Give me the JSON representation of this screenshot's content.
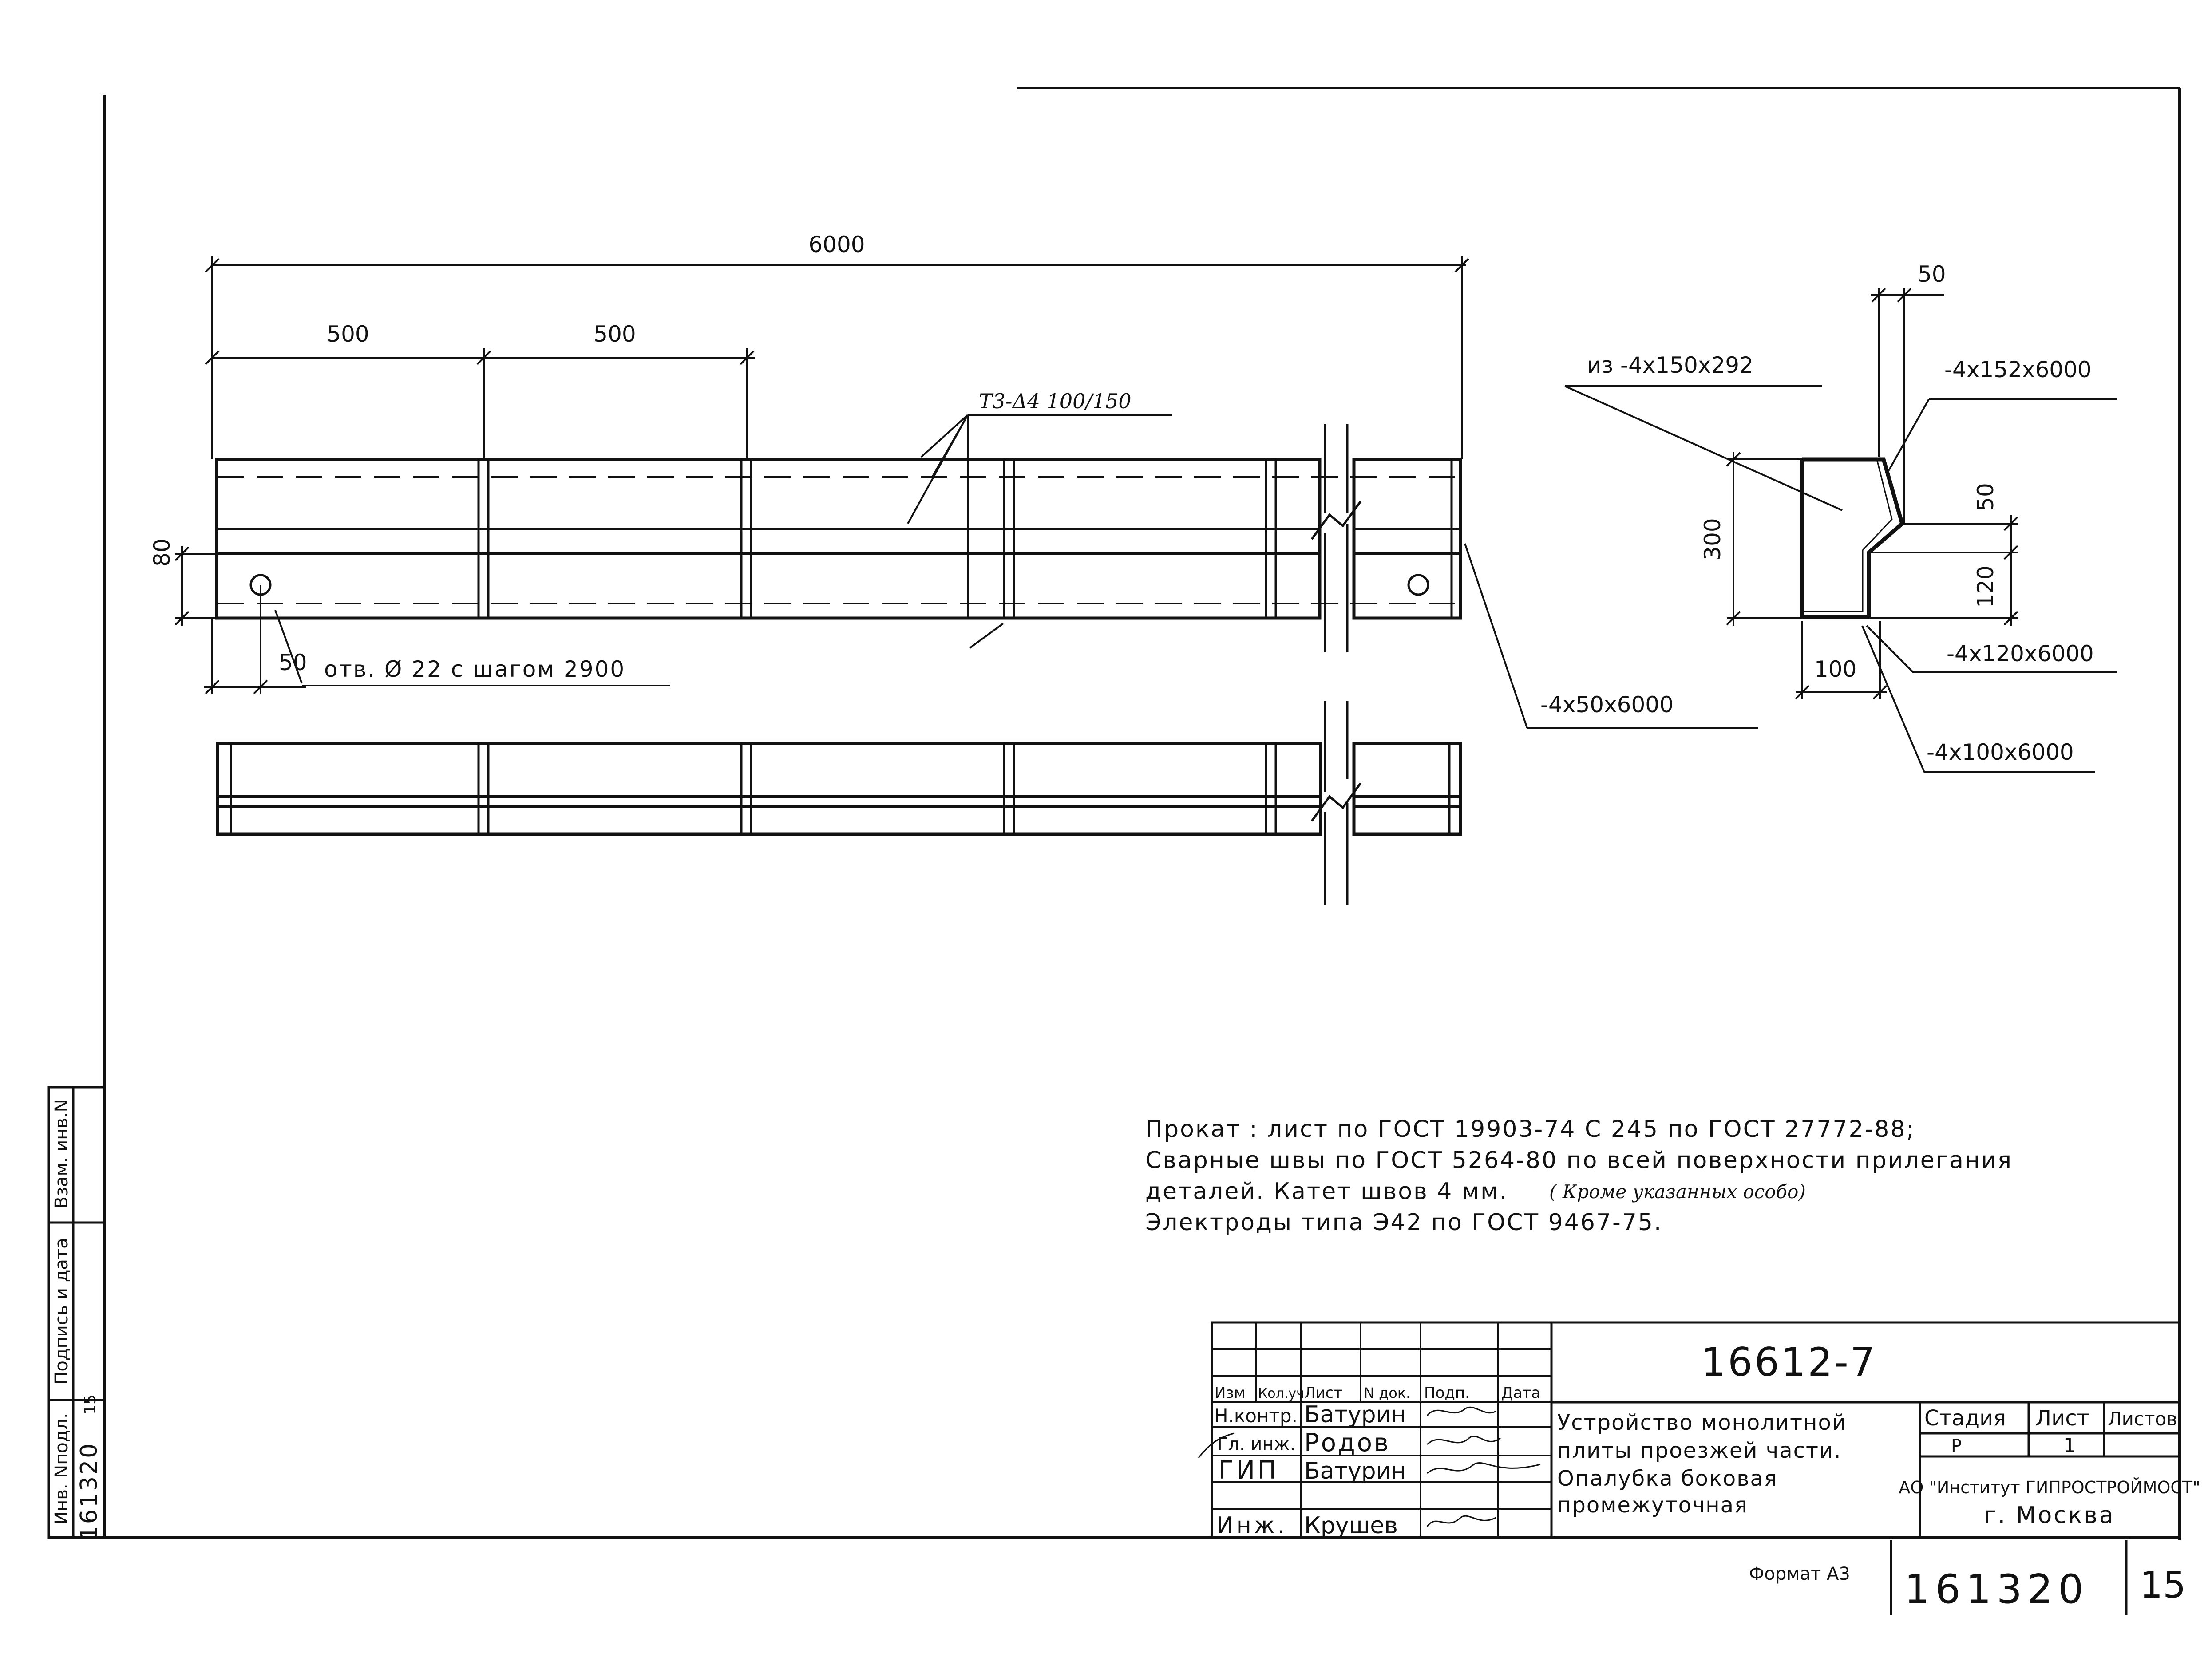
{
  "drawing": {
    "dim_total": "6000",
    "dim_spacing_1": "500",
    "dim_spacing_2": "500",
    "dim_height": "80",
    "dim_edge": "50",
    "weld_note": "Т3-Δ4 100/150",
    "hole_note": "отв. Ø 22 с шагом 2900",
    "strip_label": "-4x50x6000"
  },
  "section": {
    "source_label": "из -4x150x292",
    "dim_top": "50",
    "dim_height": "300",
    "dim_bend": "50",
    "dim_lower": "120",
    "dim_base": "100",
    "label_top": "-4x152x6000",
    "label_mid": "-4x120x6000",
    "label_base": "-4x100x6000"
  },
  "notes": {
    "line1": "Прокат : лист по ГОСТ 19903-74 С 245 по ГОСТ 27772-88;",
    "line2": "Сварные швы по ГОСТ 5264-80 по всей поверхности прилегания",
    "line3": "деталей. Катет швов 4 мм.",
    "line3_hand": "( Кроме указанных особо)",
    "line4": "Электроды типа Э42 по ГОСТ 9467-75."
  },
  "side_stamp": {
    "vzam": "Взам. инв.N",
    "podpis": "Подпись и дата",
    "inv_label": "Инв. Nподл.",
    "inv_value": "161320",
    "inv_sub": "15"
  },
  "title_block": {
    "doc_code": "16612-7",
    "headers": {
      "izm": "Изм",
      "kol": "Кол.уч",
      "list": "Лист",
      "ndok": "N док.",
      "podp": "Подп.",
      "data": "Дата"
    },
    "roles": [
      {
        "role": "Н.контр.",
        "name": "Батурин"
      },
      {
        "role": "Гл. инж.",
        "name": "Родов"
      },
      {
        "role": "ГИП",
        "name": "Батурин"
      },
      {
        "role": "Инж.",
        "name": "Крушев"
      }
    ],
    "title_lines": [
      "Устройство монолитной",
      "плиты проезжей части.",
      "Опалубка боковая",
      "промежуточная"
    ],
    "stage_header": "Стадия",
    "sheet_header": "Лист",
    "sheets_header": "Листов",
    "stage_value": "Р",
    "sheet_value": "1",
    "org_line1": "АО \"Институт ГИПРОСТРОЙМОСТ\"",
    "org_line2": "г. Москва"
  },
  "footer": {
    "format": "Формат А3",
    "archive_number": "161320",
    "page_number": "15"
  }
}
